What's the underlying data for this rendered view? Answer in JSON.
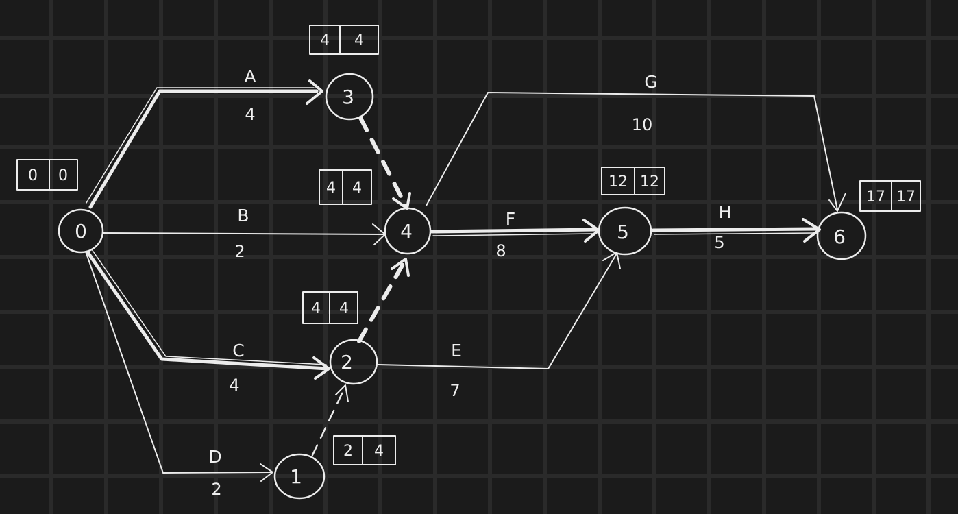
{
  "nodes": [
    {
      "id": "n0",
      "label": "0",
      "times": [
        "0",
        "0"
      ]
    },
    {
      "id": "n3",
      "label": "3",
      "times": [
        "4",
        "4"
      ]
    },
    {
      "id": "n4",
      "label": "4",
      "times": [
        "4",
        "4"
      ]
    },
    {
      "id": "n2",
      "label": "2",
      "times": [
        "4",
        "4"
      ]
    },
    {
      "id": "n1",
      "label": "1",
      "times": [
        "2",
        "4"
      ]
    },
    {
      "id": "n5",
      "label": "5",
      "times": [
        "12",
        "12"
      ]
    },
    {
      "id": "n6",
      "label": "6",
      "times": [
        "17",
        "17"
      ]
    }
  ],
  "activities": [
    {
      "id": "A",
      "name": "A",
      "duration": "4",
      "critical": true
    },
    {
      "id": "B",
      "name": "B",
      "duration": "2",
      "critical": false
    },
    {
      "id": "C",
      "name": "C",
      "duration": "4",
      "critical": true
    },
    {
      "id": "D",
      "name": "D",
      "duration": "2",
      "critical": false
    },
    {
      "id": "E",
      "name": "E",
      "duration": "7",
      "critical": false
    },
    {
      "id": "F",
      "name": "F",
      "duration": "8",
      "critical": true
    },
    {
      "id": "G",
      "name": "G",
      "duration": "10",
      "critical": false
    },
    {
      "id": "H",
      "name": "H",
      "duration": "5",
      "critical": true
    }
  ],
  "dummies": [
    {
      "id": "d34",
      "critical": true
    },
    {
      "id": "d24",
      "critical": true
    },
    {
      "id": "d12",
      "critical": false
    }
  ],
  "colors": {
    "background": "#1b1b1b",
    "grid": "#2a2a2a",
    "chalk": "#ececec"
  }
}
